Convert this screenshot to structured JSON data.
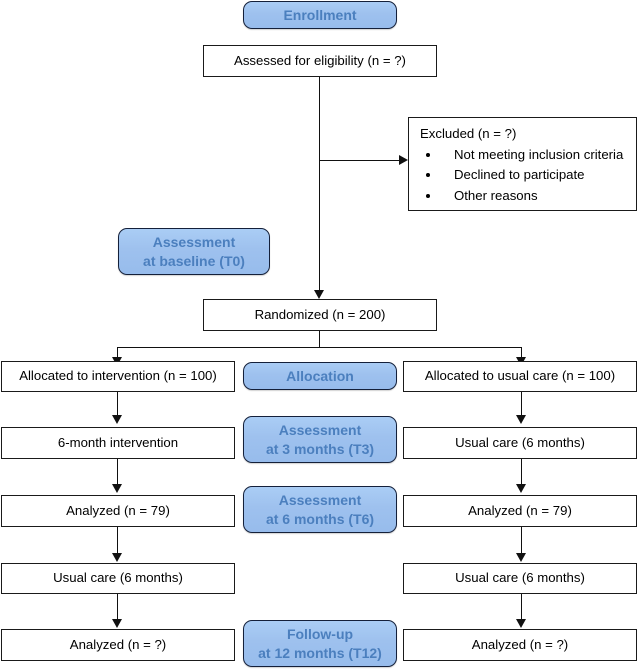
{
  "diagram": {
    "title": "CONSORT participant flow diagram",
    "colors": {
      "banner_fill": "#9EC1EE",
      "banner_border": "#14203A",
      "banner_text": "#4B7FBE",
      "box_border": "#1A1A1A",
      "box_fill": "#FFFFFF",
      "line": "#111111",
      "page_background": "#FFFFFF"
    }
  },
  "banners": {
    "enrollment": {
      "line1": "Enrollment"
    },
    "baseline": {
      "line1": "Assessment",
      "line2": "at baseline (T0)"
    },
    "allocation": {
      "line1": "Allocation"
    },
    "assessment_t3": {
      "line1": "Assessment",
      "line2": "at 3 months (T3)"
    },
    "assessment_t6": {
      "line1": "Assessment",
      "line2": "at 6 months (T6)"
    },
    "followup_t12": {
      "line1": "Follow-up",
      "line2": "at 12 months (T12)"
    }
  },
  "nodes": {
    "assessed": {
      "label": "Assessed for eligibility (n = ?)"
    },
    "excluded": {
      "title": "Excluded  (n = ?)",
      "reasons": [
        "Not meeting inclusion criteria",
        "Declined to participate",
        "Other reasons"
      ]
    },
    "randomized": {
      "label": "Randomized (n = 200)"
    },
    "left": {
      "allocated": {
        "label": "Allocated to intervention (n = 100)"
      },
      "intervention": {
        "label": "6-month intervention"
      },
      "analyzed_t6": {
        "label": "Analyzed (n = 79)"
      },
      "usual_care": {
        "label": "Usual care (6 months)"
      },
      "analyzed_t12": {
        "label": "Analyzed (n = ?)"
      }
    },
    "right": {
      "allocated": {
        "label": "Allocated to usual care (n = 100)"
      },
      "usual_care_1": {
        "label": "Usual care (6 months)"
      },
      "analyzed_t6": {
        "label": "Analyzed (n = 79)"
      },
      "usual_care_2": {
        "label": "Usual care (6 months)"
      },
      "analyzed_t12": {
        "label": "Analyzed (n = ?)"
      }
    }
  }
}
